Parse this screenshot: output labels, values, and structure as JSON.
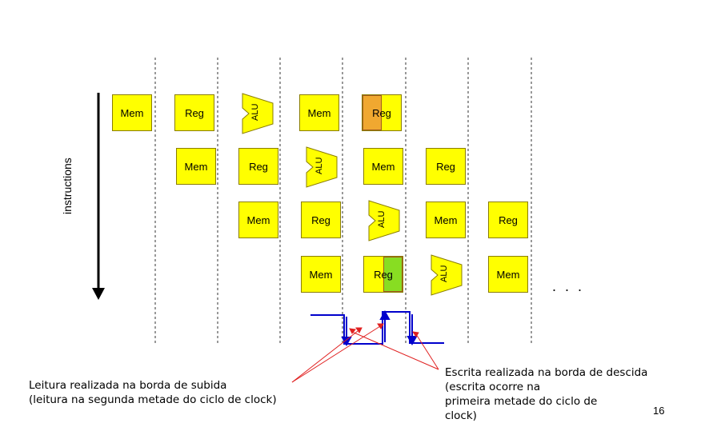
{
  "axis_label": "instructions",
  "rows": [
    {
      "stages": [
        {
          "kind": "box",
          "label": "Mem"
        },
        {
          "kind": "box",
          "label": "Reg"
        },
        {
          "kind": "alu",
          "label": "ALU"
        },
        {
          "kind": "box",
          "label": "Mem"
        },
        {
          "kind": "box",
          "label": "Reg",
          "highlight": "left",
          "highlight_color": "#f0a830"
        }
      ]
    },
    {
      "stages": [
        {
          "kind": "box",
          "label": "Mem"
        },
        {
          "kind": "box",
          "label": "Reg"
        },
        {
          "kind": "alu",
          "label": "ALU"
        },
        {
          "kind": "box",
          "label": "Mem"
        },
        {
          "kind": "box",
          "label": "Reg"
        }
      ]
    },
    {
      "stages": [
        {
          "kind": "box",
          "label": "Mem"
        },
        {
          "kind": "box",
          "label": "Reg"
        },
        {
          "kind": "alu",
          "label": "ALU"
        },
        {
          "kind": "box",
          "label": "Mem"
        },
        {
          "kind": "box",
          "label": "Reg"
        }
      ]
    },
    {
      "stages": [
        {
          "kind": "box",
          "label": "Mem"
        },
        {
          "kind": "box",
          "label": "Reg",
          "highlight": "right",
          "highlight_color": "#88dd22"
        },
        {
          "kind": "alu",
          "label": "ALU"
        },
        {
          "kind": "box",
          "label": "Mem"
        }
      ]
    }
  ],
  "ellipsis": ". . .",
  "note_left": [
    "Leitura realizada na borda de subida",
    "(leitura na segunda metade do ciclo de clock)"
  ],
  "note_right": [
    "Escrita realizada na borda de descida",
    "(escrita ocorre na",
    "primeira metade do ciclo de",
    "clock)"
  ],
  "page_number": "16",
  "colors": {
    "stage_fill": "#ffff00",
    "clock": "#0000cc",
    "arrow": "#e02020"
  }
}
